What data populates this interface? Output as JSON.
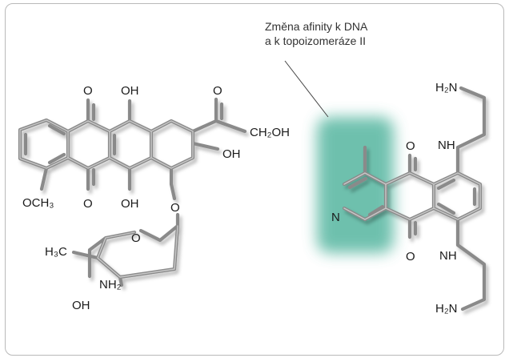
{
  "annotation": {
    "line1": "Změna afinity k DNA",
    "line2": "a k topoizomeráze II"
  },
  "highlight_color": "#4fb39c",
  "doxorubicin_labels": {
    "ketone_top": "O",
    "hydroxyl_top": "OH",
    "ketone_side": "O",
    "ch2oh": "CH₂OH",
    "hydroxyl_c9": "OH",
    "methoxy": "OCH₃",
    "ketone_bottom": "O",
    "hydroxyl_bottom": "OH",
    "glycoside_o": "O",
    "ring_o": "O",
    "methyl": "H₃C",
    "amine": "NH₂",
    "sugar_oh": "OH"
  },
  "pixantrone_labels": {
    "amine_top": "H₂N",
    "nh_top": "NH",
    "ketone_top": "O",
    "pyridine_n": "N",
    "ketone_bottom": "O",
    "nh_bottom": "NH",
    "amine_bottom": "H₂N"
  }
}
